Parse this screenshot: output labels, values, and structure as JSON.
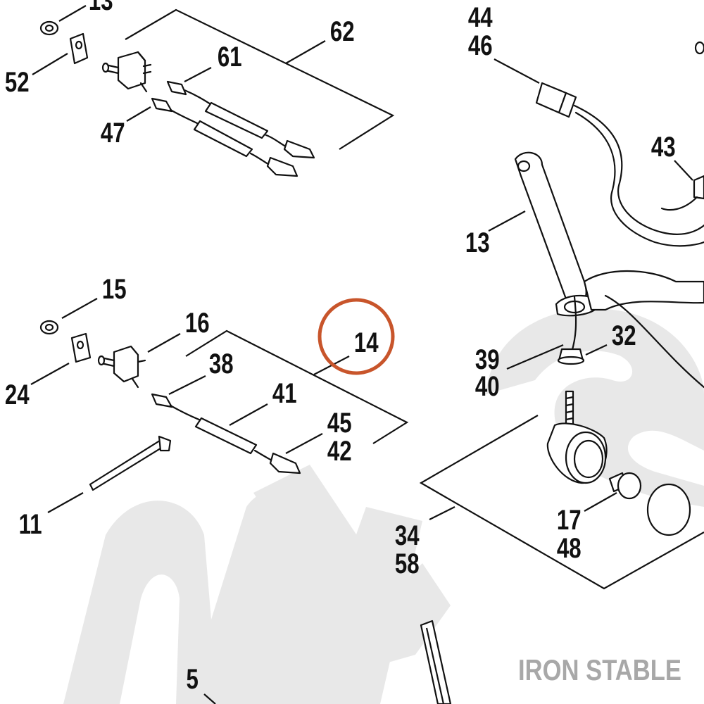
{
  "callouts": {
    "c13_top": "13",
    "c52": "52",
    "c62": "62",
    "c61": "61",
    "c47": "47",
    "c44": "44",
    "c46": "46",
    "c43": "43",
    "c13": "13",
    "c15": "15",
    "c16": "16",
    "c38": "38",
    "c24": "24",
    "c14": "14",
    "c41": "41",
    "c45": "45",
    "c42": "42",
    "c11": "11",
    "c39": "39",
    "c40": "40",
    "c32": "32",
    "c34": "34",
    "c58": "58",
    "c17": "17",
    "c48": "48",
    "c5": "5"
  },
  "highlight": {
    "target": "14",
    "color": "#c8552b"
  },
  "watermark": {
    "brand": "IRON STABLE",
    "color": "#a8a8a8"
  }
}
